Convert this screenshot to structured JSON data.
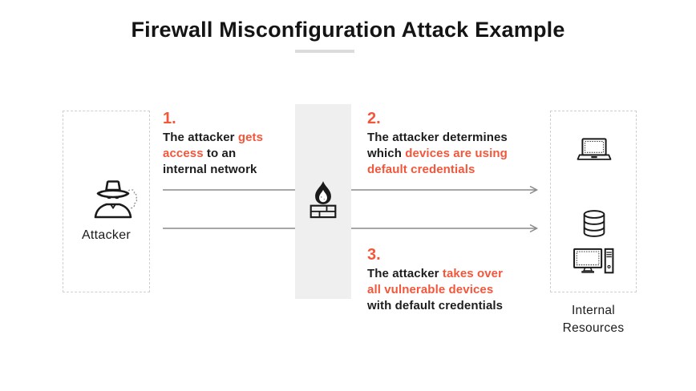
{
  "title": "Firewall Misconfiguration Attack Example",
  "colors": {
    "accent": "#F2573B",
    "text": "#1D1D1D",
    "band": "#EFEFEF",
    "arrow": "#8A8A8A",
    "border": "#CFCFCF",
    "underline": "#DCDCDC"
  },
  "attacker": {
    "label": "Attacker",
    "icon": "spy-incognito-icon"
  },
  "firewall": {
    "icon": "firewall-flame-brick-icon"
  },
  "internal_resources": {
    "label": [
      "Internal",
      "Resources"
    ],
    "icons": [
      "laptop-icon",
      "database-icon",
      "desktop-computer-icon"
    ]
  },
  "steps": [
    {
      "number": "1.",
      "lines": [
        [
          {
            "t": "The attacker ",
            "a": false
          },
          {
            "t": "gets",
            "a": true
          }
        ],
        [
          {
            "t": "access",
            "a": true
          },
          {
            "t": " to an",
            "a": false
          }
        ],
        [
          {
            "t": "internal network",
            "a": false
          }
        ]
      ]
    },
    {
      "number": "2.",
      "lines": [
        [
          {
            "t": "The attacker determines",
            "a": false
          }
        ],
        [
          {
            "t": "which ",
            "a": false
          },
          {
            "t": "devices are using",
            "a": true
          }
        ],
        [
          {
            "t": "default credentials",
            "a": true
          }
        ]
      ]
    },
    {
      "number": "3.",
      "lines": [
        [
          {
            "t": "The attacker ",
            "a": false
          },
          {
            "t": "takes over",
            "a": true
          }
        ],
        [
          {
            "t": "all vulnerable devices",
            "a": true
          }
        ],
        [
          {
            "t": "with default credentials",
            "a": false
          }
        ]
      ]
    }
  ],
  "arrows": [
    {
      "name": "attack-arrow-top"
    },
    {
      "name": "attack-arrow-bottom"
    }
  ]
}
